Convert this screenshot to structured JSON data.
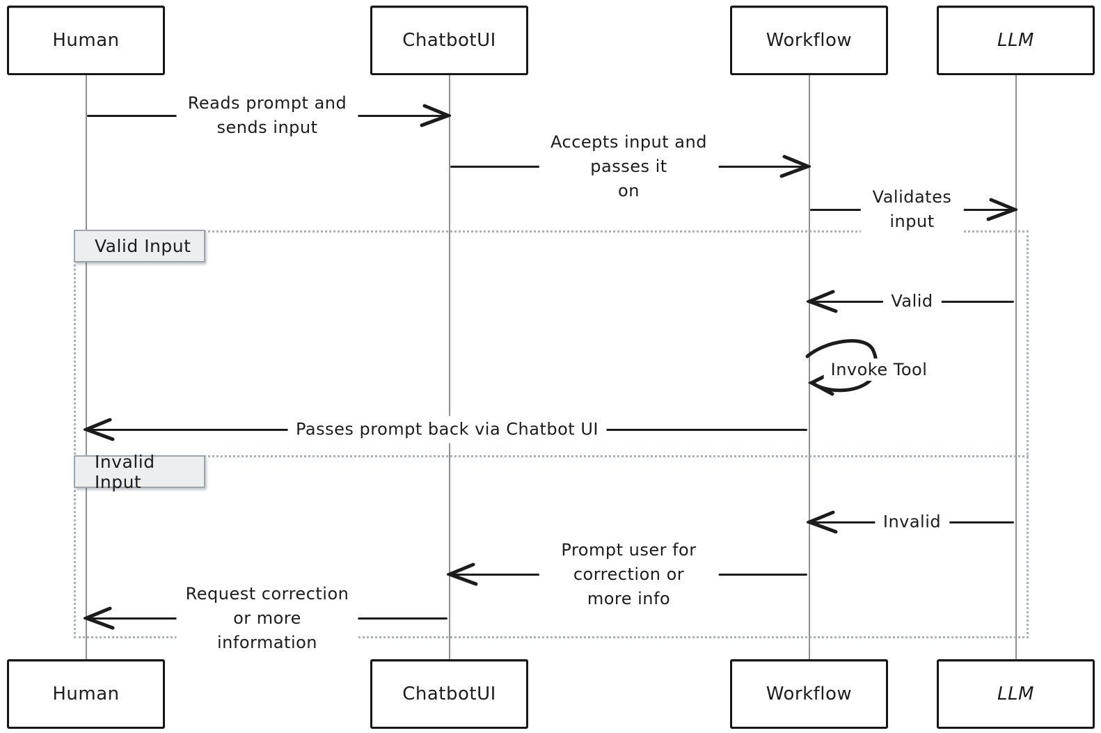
{
  "diagram": {
    "type": "sequence",
    "actors": [
      {
        "id": "human",
        "label": "Human"
      },
      {
        "id": "chatbotui",
        "label": "ChatbotUI"
      },
      {
        "id": "workflow",
        "label": "Workflow"
      },
      {
        "id": "llm",
        "label": "LLM"
      }
    ],
    "messages": [
      {
        "from": "Human",
        "to": "ChatbotUI",
        "label": "Reads prompt and sends input"
      },
      {
        "from": "ChatbotUI",
        "to": "Workflow",
        "label": "Accepts input and passes it\non"
      },
      {
        "from": "Workflow",
        "to": "LLM",
        "label": "Validates input"
      },
      {
        "from": "LLM",
        "to": "Workflow",
        "label": "Valid"
      },
      {
        "from": "Workflow",
        "to": "Workflow",
        "label": "Invoke Tool"
      },
      {
        "from": "Workflow",
        "to": "Human",
        "label": "Passes prompt back via Chatbot UI"
      },
      {
        "from": "LLM",
        "to": "Workflow",
        "label": "Invalid"
      },
      {
        "from": "Workflow",
        "to": "ChatbotUI",
        "label": "Prompt user for correction or\nmore info"
      },
      {
        "from": "ChatbotUI",
        "to": "Human",
        "label": "Request correction or more\ninformation"
      }
    ],
    "frame": {
      "sections": [
        {
          "label": "Valid Input"
        },
        {
          "label": "Invalid Input"
        }
      ]
    },
    "colors": {
      "stroke": "#1c1c1c",
      "lifeline": "#8f8f8f",
      "frame_dotted": "#a9b2b9",
      "section_label_fill": "#eceef0",
      "section_label_border": "#9aa5ad",
      "background": "#ffffff"
    }
  }
}
